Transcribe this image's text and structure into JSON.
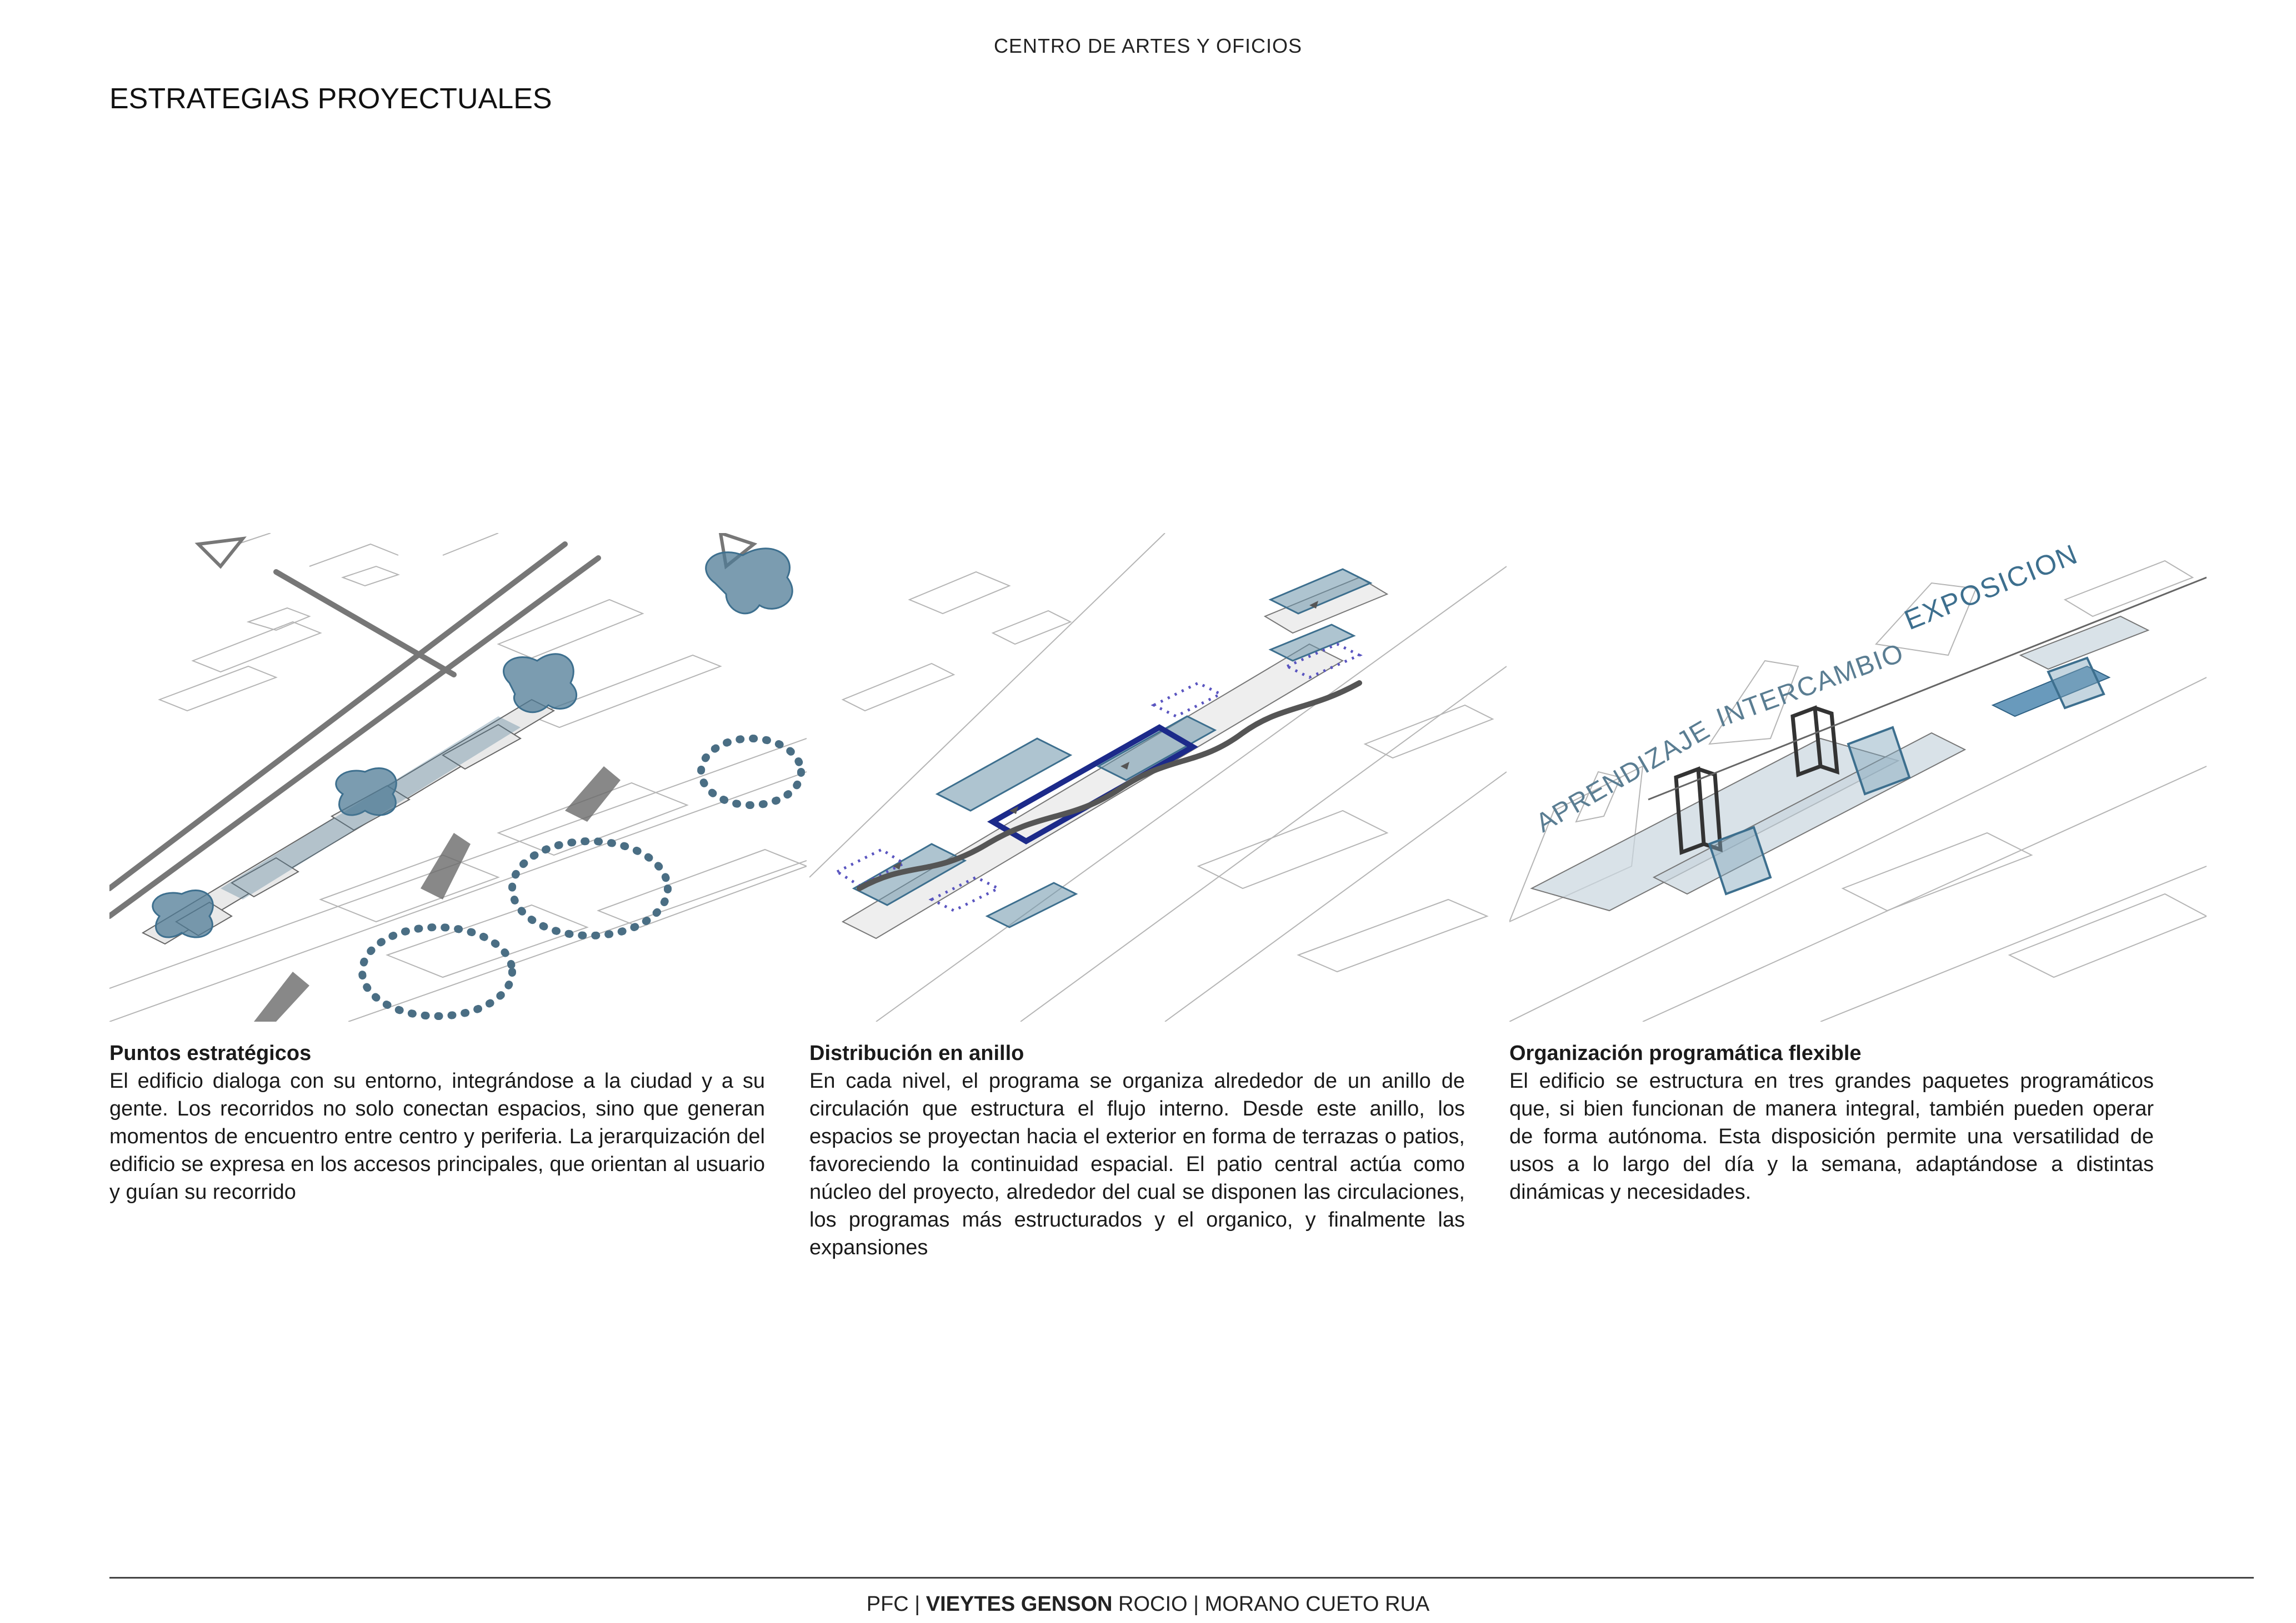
{
  "header": {
    "project_title": "CENTRO DE ARTES Y OFICIOS"
  },
  "section": {
    "title": "ESTRATEGIAS PROYECTUALES"
  },
  "panels": [
    {
      "heading": "Puntos estratégicos",
      "body": "El edificio dialoga con su entorno, integrándose a la ciudad y a su gente. Los recorridos no solo conectan espacios, sino que generan momentos de encuentro entre centro y periferia. La jerarquización del edificio se expresa en los accesos principales, que orientan al usuario y guían su recorrido"
    },
    {
      "heading": "Distribución en anillo",
      "body": "En cada nivel, el programa se organiza alrededor de un anillo de circulación que estructura el flujo interno. Desde este anillo, los espacios se proyectan hacia el exterior en forma de terrazas o patios, favoreciendo la continuidad espacial. El patio central actúa como núcleo del proyecto, alrededor del cual se disponen las circulaciones, los programas más estructurados y el organico, y finalmente las expansiones"
    },
    {
      "heading": "Organización programática flexible",
      "body": "El edificio se estructura en tres grandes paquetes programáticos que, si bien funcionan de manera integral, también pueden operar de forma autónoma. Esta disposición permite una versatilidad de usos a lo largo del día y la semana, adaptándose a distintas dinámicas y necesidades.",
      "labels": [
        "APRENDIZAJE",
        "INTERCAMBIO",
        "EXPOSICION"
      ]
    }
  ],
  "footer": {
    "prefix": "PFC | ",
    "bold_name": "VIEYTES GENSON",
    "rest": " ROCIO | MORANO CUETO RUA"
  },
  "colors": {
    "accent_blue": "#3d6f8e",
    "accent_light_blue": "#8fb0c4",
    "ring_navy": "#1c2a8a",
    "line_gray": "#9a9a9a"
  }
}
